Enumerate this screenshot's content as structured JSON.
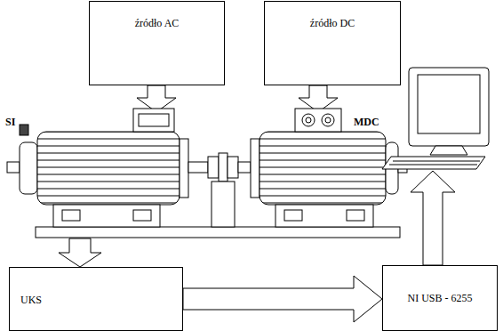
{
  "diagram": {
    "nodes": [
      {
        "text": [
          "źródło AC"
        ]
      },
      {
        "text": [
          "źródło DC"
        ]
      },
      {
        "text": [
          "UKS"
        ]
      },
      {
        "text": [
          "NI USB - 6255"
        ]
      }
    ],
    "edges": [
      {
        "from": 2,
        "to": 3,
        "arrow": "to"
      }
    ],
    "labels": [
      "SI",
      "MDC"
    ]
  }
}
